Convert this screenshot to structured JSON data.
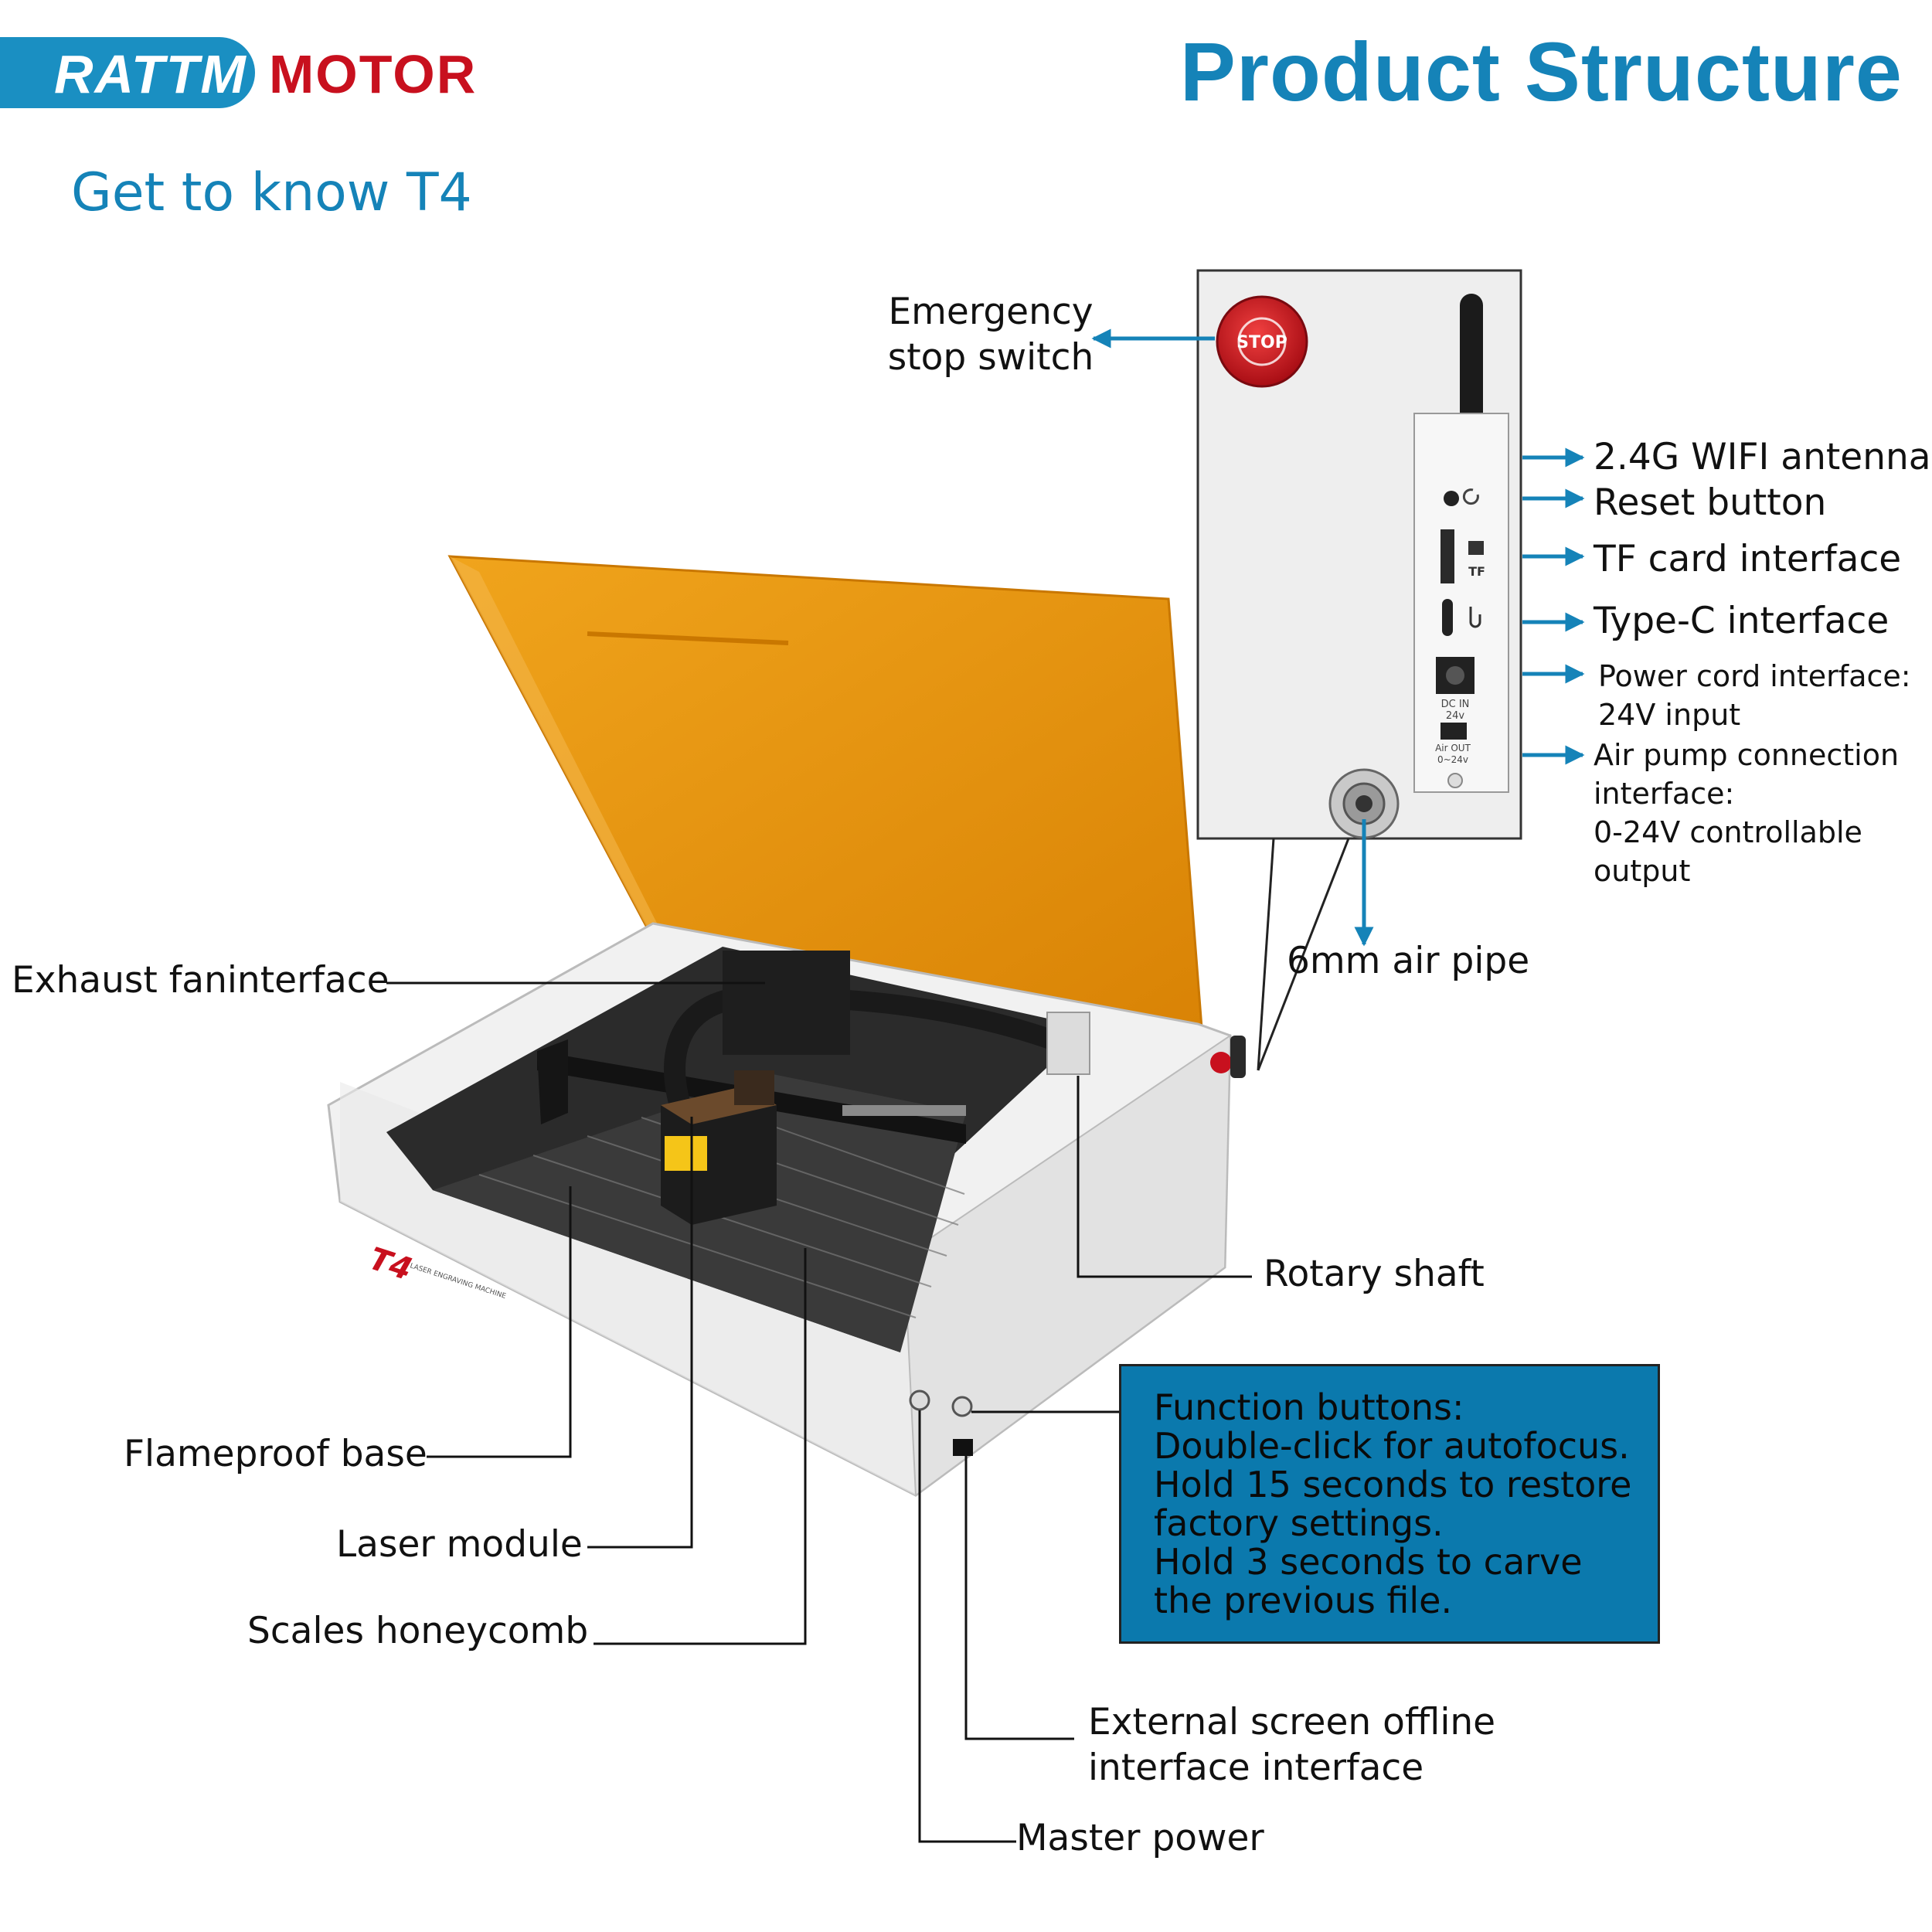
{
  "brand": {
    "name_part1": "RATTM",
    "name_part2": "MOTOR"
  },
  "title": "Product Structure",
  "subtitle": "Get to know T4",
  "panel": {
    "stop_text": "STOP",
    "tf_text": "TF",
    "dc_in_text": "DC IN",
    "dc_volt_text": "24v",
    "air_out_text": "Air OUT",
    "air_volt_text": "0~24v"
  },
  "machine": {
    "model_text": "T4",
    "model_sub": "LASER ENGRAVING MACHINE"
  },
  "labels": {
    "emergency_stop": [
      "Emergency",
      "stop switch"
    ],
    "wifi_antenna": "2.4G WIFI antenna",
    "reset_button": "Reset button",
    "tf_card": "TF card interface",
    "type_c": "Type-C interface",
    "power_cord": [
      "Power cord interface:",
      "24V input"
    ],
    "air_pump": [
      "Air pump connection",
      "interface:",
      "0-24V controllable",
      "output"
    ],
    "air_pipe": "6mm air pipe",
    "exhaust_fan": "Exhaust faninterface",
    "rotary_shaft": "Rotary shaft",
    "flameproof_base": "Flameproof base",
    "laser_module": "Laser module",
    "scales_honeycomb": "Scales honeycomb",
    "external_screen": [
      "External screen offline",
      "interface interface"
    ],
    "master_power": "Master power"
  },
  "function_buttons": [
    "Function buttons:",
    "Double-click for autofocus.",
    "Hold 15 seconds to restore",
    "factory settings.",
    "Hold 3 seconds to carve",
    "the previous file."
  ],
  "colors": {
    "accent": "#1583b8",
    "brand_red": "#c8101e",
    "box_fill": "#0b79ad",
    "lid": "#e8960a"
  }
}
